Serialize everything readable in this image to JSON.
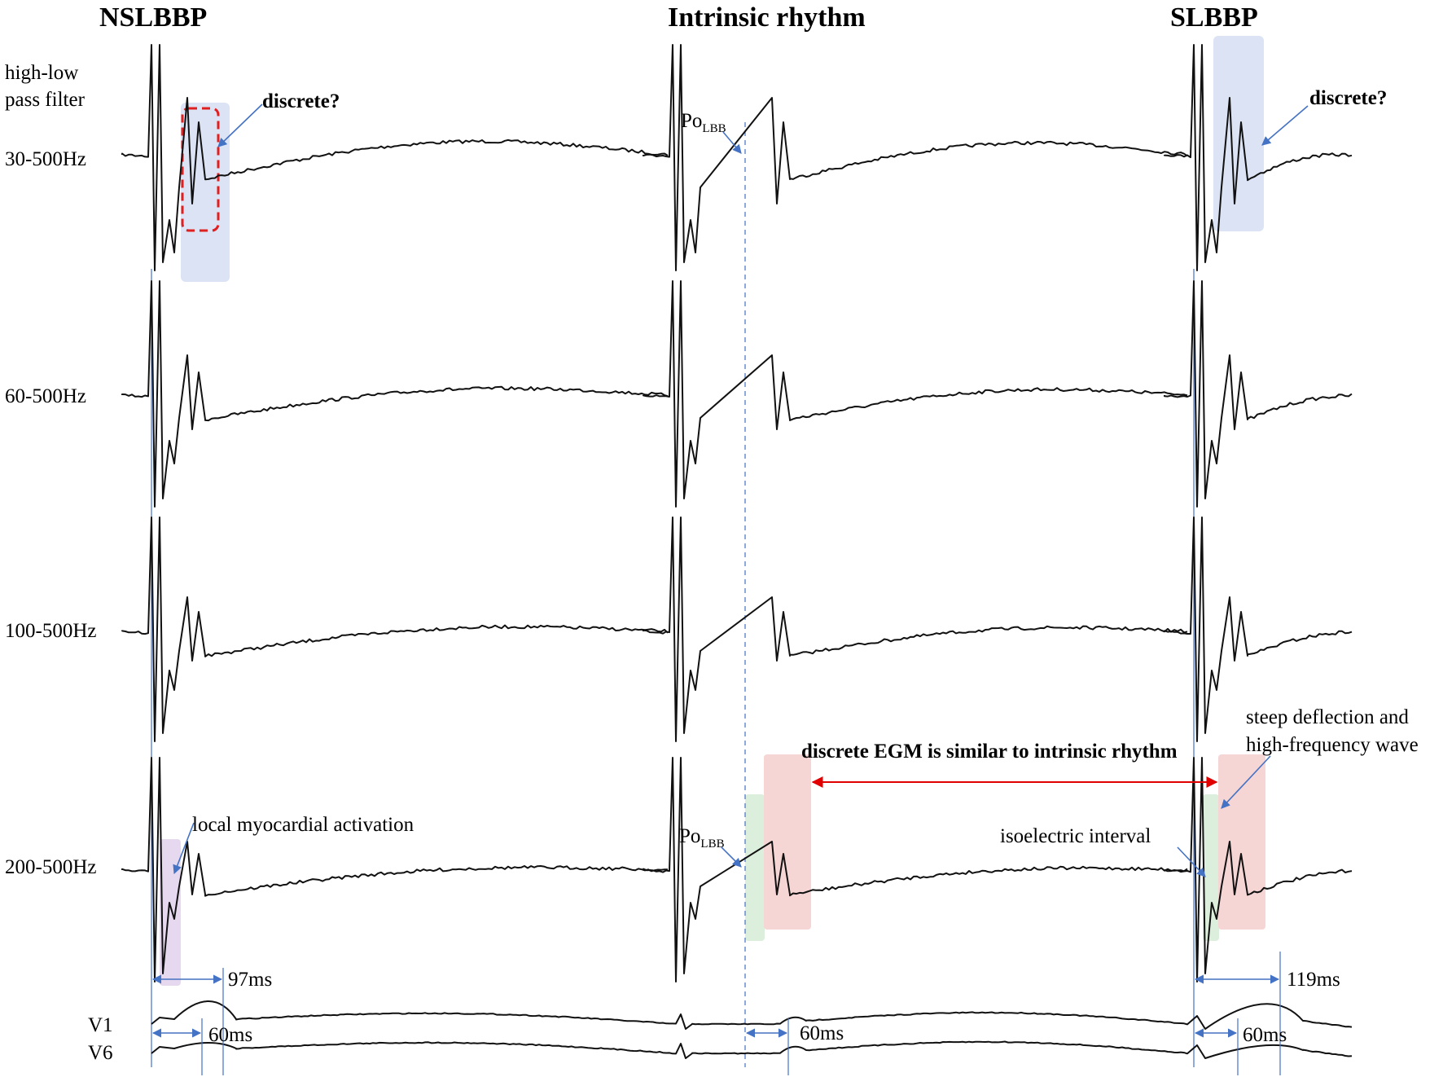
{
  "headers": {
    "left": "NSLBBP",
    "middle": "Intrinsic rhythm",
    "right": "SLBBP"
  },
  "filter_heading": {
    "line1": "high-low",
    "line2": "pass filter"
  },
  "filters": [
    "30-500Hz",
    "60-500Hz",
    "100-500Hz",
    "200-500Hz"
  ],
  "ecg_leads": [
    "V1",
    "V6"
  ],
  "annotations": {
    "discrete_q": "discrete?",
    "po": "Po",
    "po_sub": "LBB",
    "local_activation": "local myocardial activation",
    "similar_egm": "discrete EGM is similar to intrinsic rhythm",
    "steep_line1": "steep deflection and",
    "steep_line2": "high-frequency wave",
    "isoelectric": "isoelectric interval"
  },
  "measurements": {
    "nslbbp_long": "97ms",
    "nslbbp_short": "60ms",
    "intrinsic_short": "60ms",
    "slbbp_long": "119ms",
    "slbbp_short": "60ms"
  },
  "colors": {
    "trace": "#111111",
    "arrow_blue": "#4472c4",
    "highlight_blue": "#dbe3f4",
    "highlight_red": "#f6d5d5",
    "highlight_green": "#dcefdc",
    "highlight_purple": "#e6d9ef",
    "dashed_red": "#e02020",
    "red_arrow": "#e00000"
  }
}
